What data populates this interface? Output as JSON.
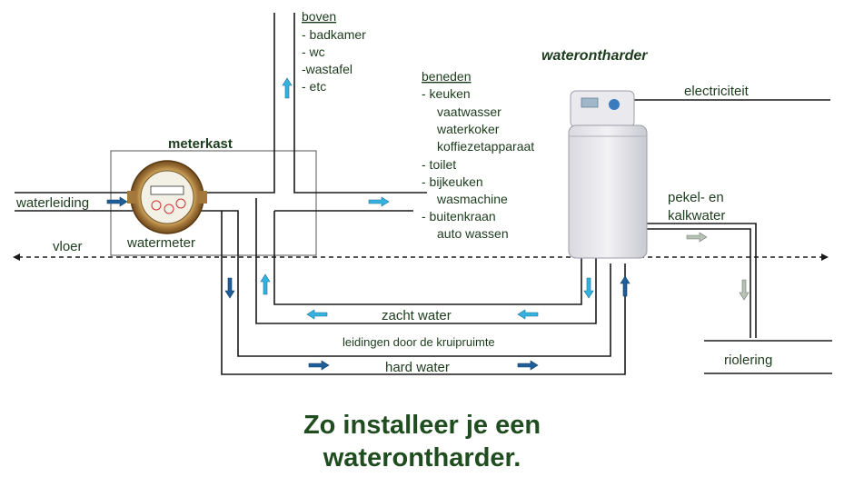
{
  "colors": {
    "pipe": "#1a1a1a",
    "text": "#1c3b1c",
    "caption": "#1f4d1f",
    "soft_arrow": "#35b3e0",
    "hard_arrow": "#1f5f99",
    "brine_arrow": "#b7c2b4"
  },
  "labels": {
    "waterleiding": "waterleiding",
    "vloer": "vloer",
    "meterkast": "meterkast",
    "watermeter": "watermeter",
    "waterontharder": "waterontharder",
    "elektriciteit": "electriciteit",
    "pekel_line1": "pekel- en",
    "pekel_line2": "kalkwater",
    "zacht_water": "zacht water",
    "kruipruimte": "leidingen door de kruipruimte",
    "hard_water": "hard water",
    "riolering": "riolering"
  },
  "boven": {
    "heading": "boven",
    "items": [
      "- badkamer",
      "- wc",
      "-wastafel",
      "- etc"
    ]
  },
  "beneden": {
    "heading": "beneden",
    "items": [
      "- keuken",
      "vaatwasser",
      "waterkoker",
      "koffiezetapparaat",
      "- toilet",
      "- bijkeuken",
      "wasmachine",
      "- buitenkraan",
      "auto wassen"
    ]
  },
  "caption": {
    "line1": "Zo installeer je een",
    "line2": "waterontharder."
  }
}
